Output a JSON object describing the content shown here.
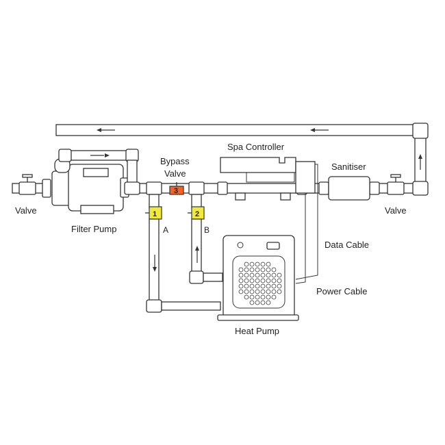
{
  "labels": {
    "valve_left": "Valve",
    "valve_right": "Valve",
    "filter_pump": "Filter Pump",
    "bypass_valve_line1": "Bypass",
    "bypass_valve_line2": "Valve",
    "spa_controller": "Spa Controller",
    "sanitiser": "Sanitiser",
    "data_cable": "Data Cable",
    "power_cable": "Power Cable",
    "heat_pump": "Heat Pump",
    "port_a": "A",
    "port_b": "B"
  },
  "valves": [
    {
      "number": "1",
      "color": "#f2ea3a"
    },
    {
      "number": "2",
      "color": "#f2ea3a"
    },
    {
      "number": "3",
      "color": "#f0642a"
    }
  ],
  "colors": {
    "stroke": "#333333",
    "background": "#ffffff",
    "valve_yellow": "#f2ea3a",
    "valve_orange": "#f0642a"
  }
}
